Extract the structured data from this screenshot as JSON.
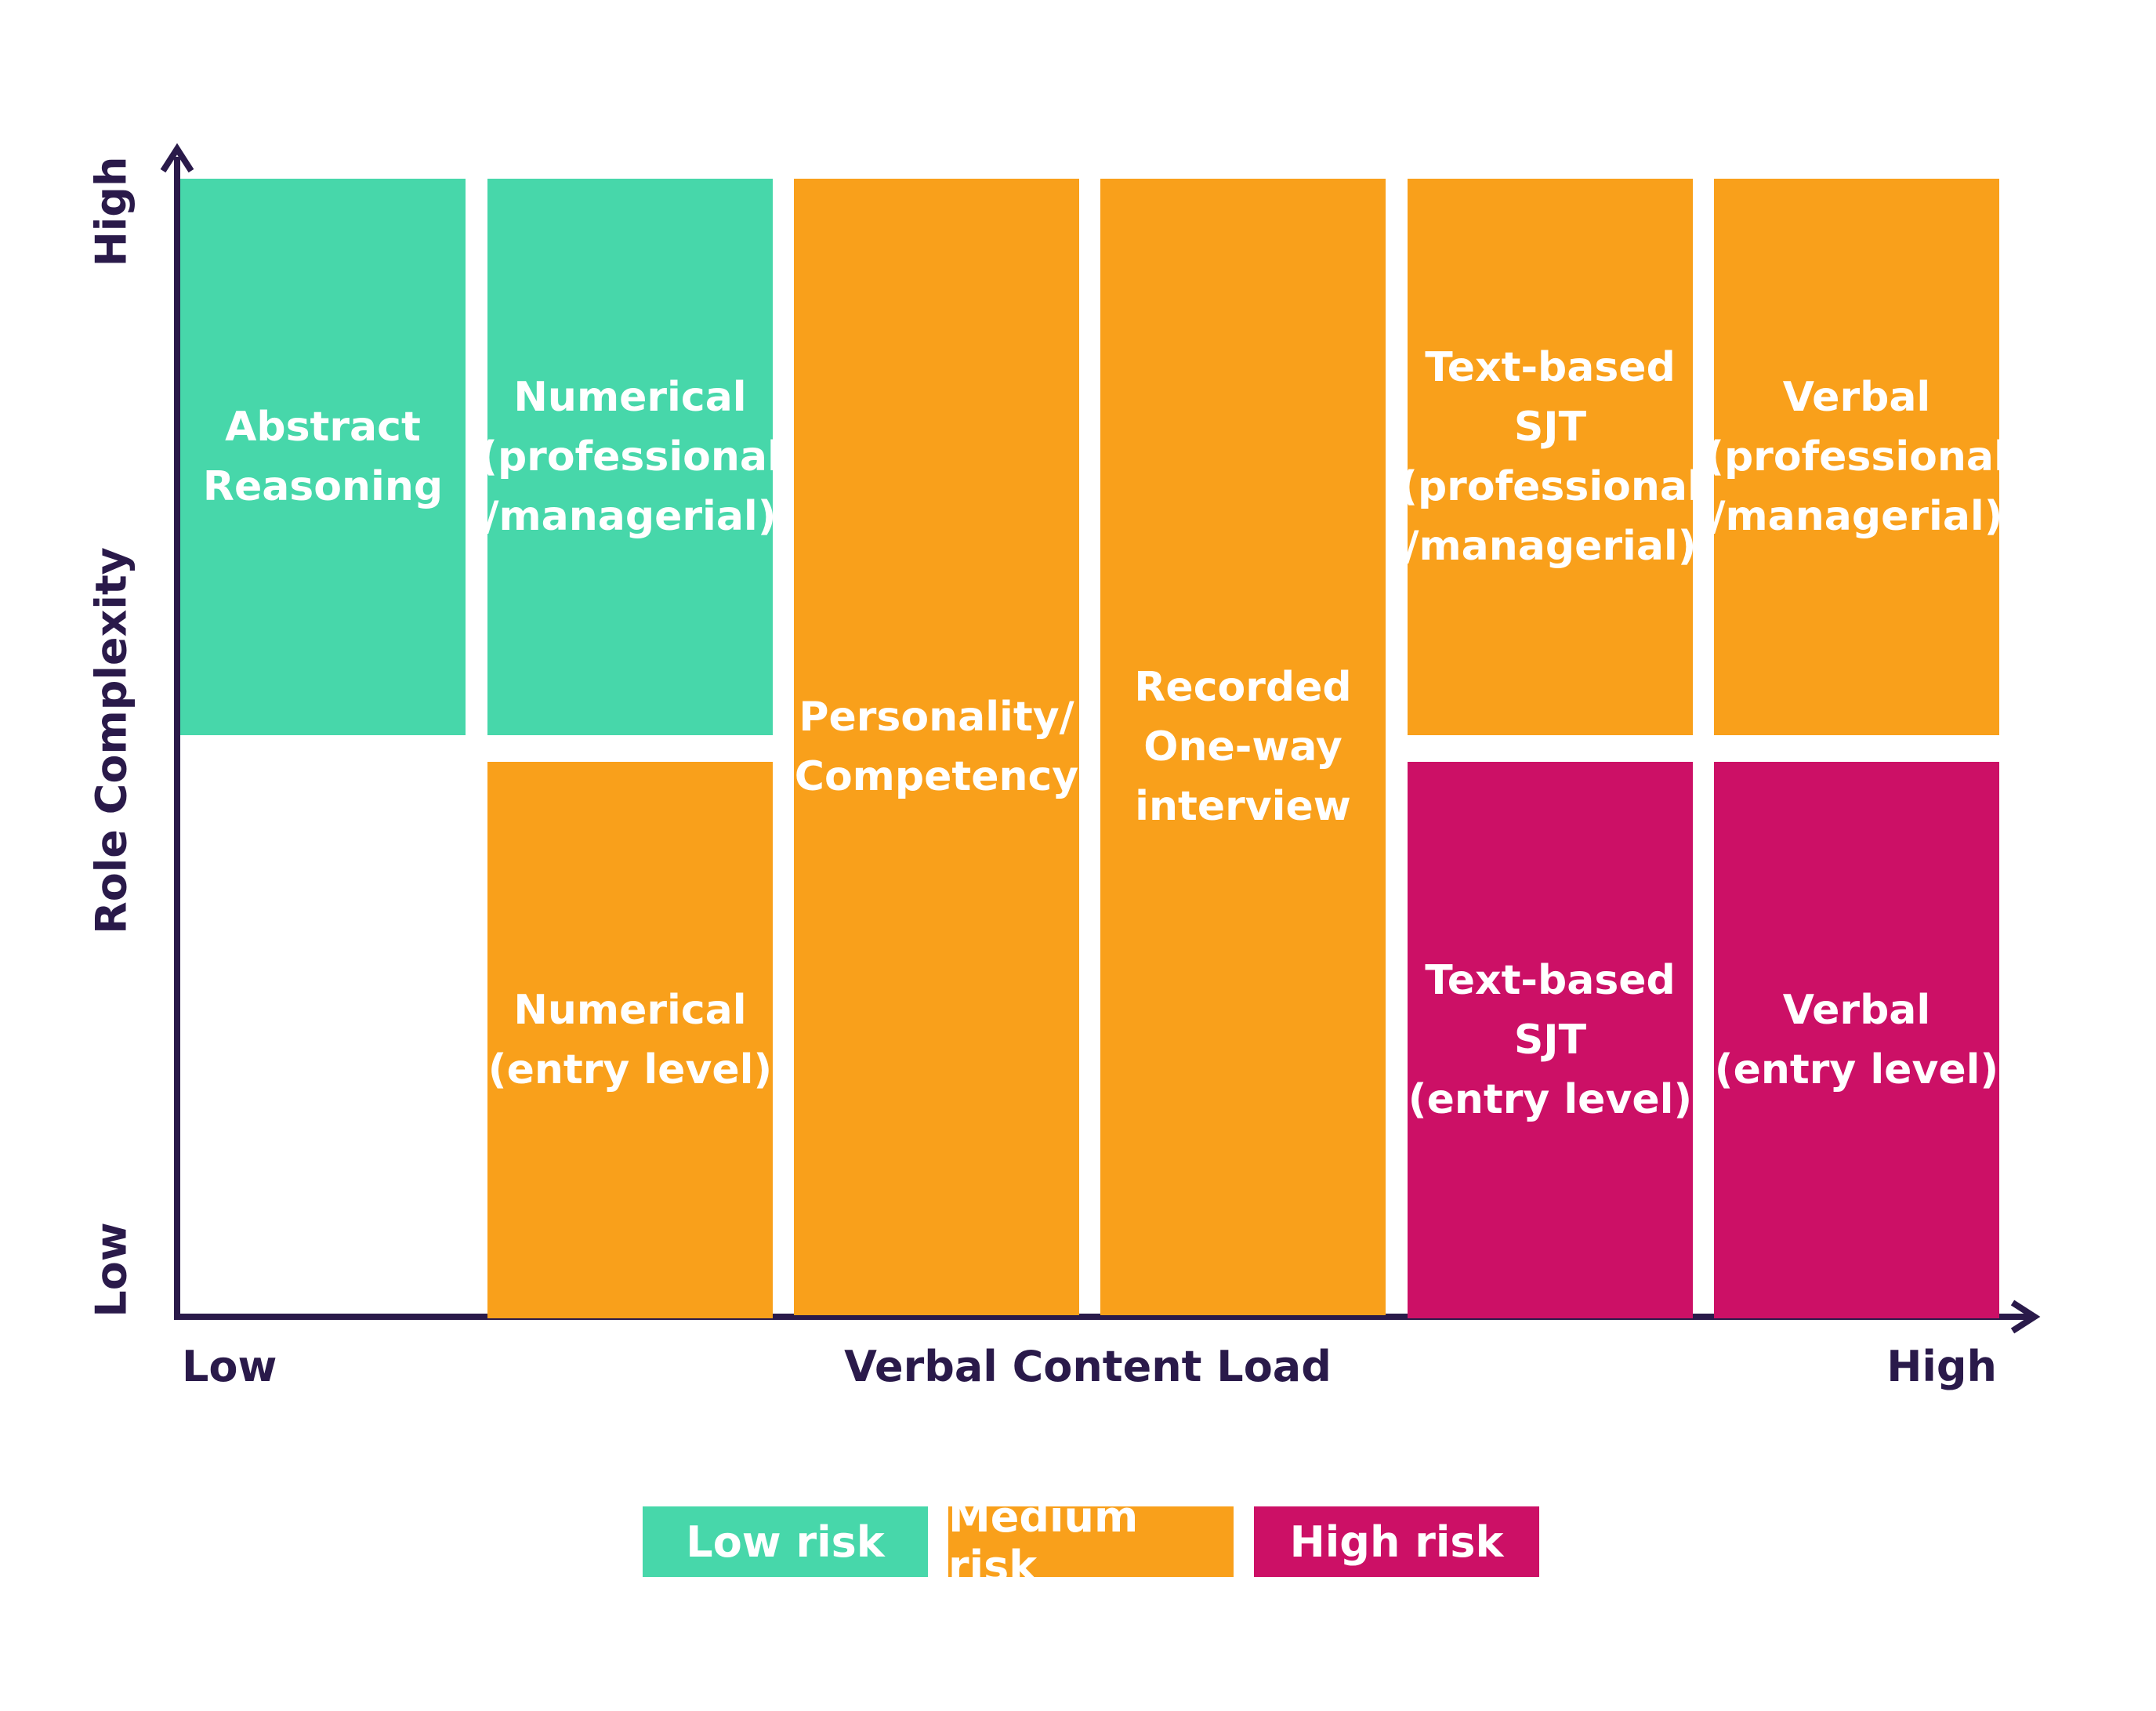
{
  "colors": {
    "low": "#47d7aa",
    "medium": "#f9a01b",
    "high": "#cc1066",
    "axis": "#2a1a4a"
  },
  "axes": {
    "y_label": "Role Complexity",
    "y_low": "Low",
    "y_high": "High",
    "x_label": "Verbal Content Load",
    "x_low": "Low",
    "x_high": "High"
  },
  "blocks": [
    {
      "id": "abstract-reasoning",
      "label": "Abstract\nReasoning",
      "risk": "low"
    },
    {
      "id": "numerical-professional",
      "label": "Numerical\n(professional\n/managerial)",
      "risk": "low"
    },
    {
      "id": "numerical-entry",
      "label": "Numerical\n(entry level)",
      "risk": "medium"
    },
    {
      "id": "personality-competency",
      "label": "Personality/\nCompetency",
      "risk": "medium"
    },
    {
      "id": "recorded-interview",
      "label": "Recorded\nOne-way\ninterview",
      "risk": "medium"
    },
    {
      "id": "sjt-professional",
      "label": "Text-based\nSJT\n(professional\n/managerial)",
      "risk": "medium"
    },
    {
      "id": "verbal-professional",
      "label": "Verbal\n(professional\n/managerial)",
      "risk": "medium"
    },
    {
      "id": "sjt-entry",
      "label": "Text-based\nSJT\n(entry level)",
      "risk": "high"
    },
    {
      "id": "verbal-entry",
      "label": "Verbal\n(entry level)",
      "risk": "high"
    }
  ],
  "legend": [
    {
      "label": "Low risk",
      "risk": "low"
    },
    {
      "label": "Medium risk",
      "risk": "medium"
    },
    {
      "label": "High risk",
      "risk": "high"
    }
  ]
}
